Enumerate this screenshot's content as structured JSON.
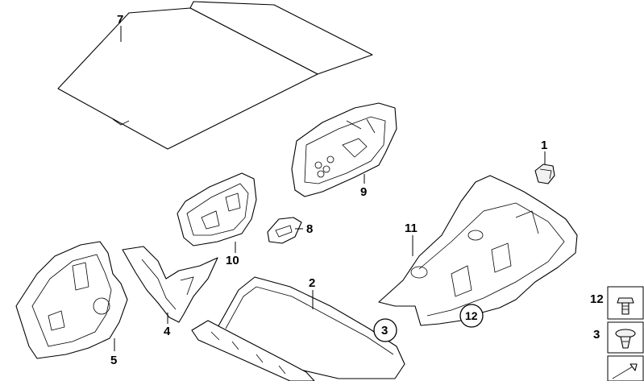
{
  "callouts": {
    "p1": "1",
    "p2": "2",
    "p3": "3",
    "p4": "4",
    "p5": "5",
    "p7": "7",
    "p8": "8",
    "p9": "9",
    "p10": "10",
    "p11": "11",
    "p12": "12"
  },
  "legend": {
    "item_12": "12",
    "item_3": "3"
  }
}
